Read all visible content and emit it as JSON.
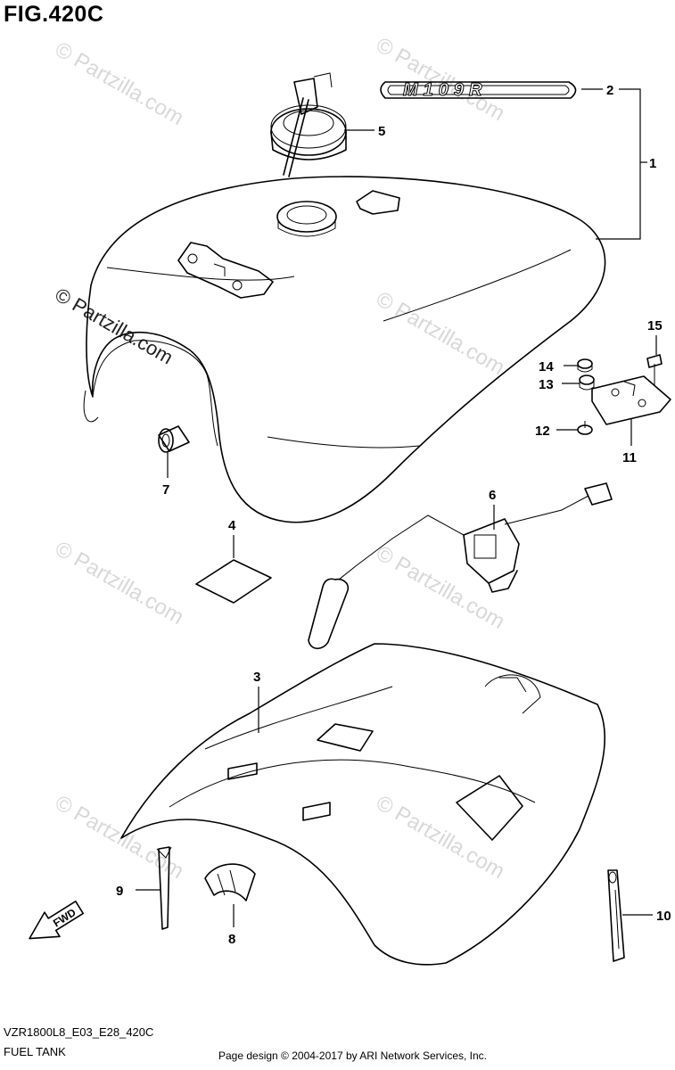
{
  "figure": {
    "title": "FIG.420C",
    "model_code": "VZR1800L8_E03_E28_420C",
    "section_name": "FUEL TANK",
    "page_credit": "Page design © 2004-2017 by ARI Network Services, Inc."
  },
  "watermark": "© Partzilla.com",
  "emblem_text": "M109R",
  "direction_label": "FWD",
  "callouts": [
    "1",
    "2",
    "3",
    "4",
    "5",
    "6",
    "7",
    "8",
    "9",
    "10",
    "11",
    "12",
    "13",
    "14",
    "15"
  ]
}
